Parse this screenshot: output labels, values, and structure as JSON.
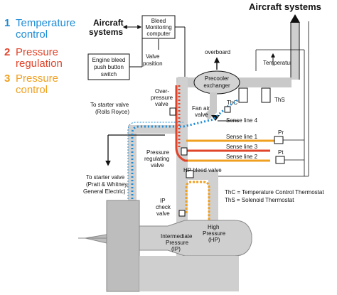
{
  "legend": [
    {
      "num": "1",
      "line1": "Temperature",
      "line2": "control",
      "color": "#1d8bd6"
    },
    {
      "num": "2",
      "line1": "Pressure",
      "line2": "regulation",
      "color": "#e0442b"
    },
    {
      "num": "3",
      "line1": "Pressure",
      "line2": "control",
      "color": "#f0a020"
    }
  ],
  "labels": {
    "aircraft_systems_left_1": "Aircraft",
    "aircraft_systems_left_2": "systems",
    "aircraft_systems_top": "Aircraft systems",
    "bleed_monitor_1": "Bleed",
    "bleed_monitor_2": "Monitoring",
    "bleed_monitor_3": "computer",
    "engine_bleed_1": "Engine bleed",
    "engine_bleed_2": "push button",
    "engine_bleed_3": "switch",
    "valve_position_1": "Valve",
    "valve_position_2": "position",
    "overboard": "overboard",
    "temperature": "Temperature",
    "precooler_1": "Precooler",
    "precooler_2": "exchanger",
    "tc": "ThC",
    "ts": "ThS",
    "overpressure_1": "Over-",
    "overpressure_2": "pressure",
    "overpressure_3": "valve",
    "fan_air_1": "Fan air",
    "fan_air_2": "valve",
    "starter_rr_1": "To starter valve",
    "starter_rr_2": "(Rolls Royce)",
    "sense_line_4": "Sense line 4",
    "sense_line_1": "Sense line 1",
    "sense_line_3": "Sense line 3",
    "sense_line_2": "Sense line 2",
    "pr": "Pr",
    "pt": "Pt",
    "pressure_reg_1": "Pressure",
    "pressure_reg_2": "regulating",
    "pressure_reg_3": "valve",
    "hp_bleed": "HP bleed valve",
    "starter_pw_1": "To starter valve",
    "starter_pw_2": "(Pratt & Whitney,",
    "starter_pw_3": "General Electric)",
    "thc_def": "ThC = Temperature Control Thermostat",
    "ths_def": "ThS = Solenoid Thermostat",
    "ip_check_1": "IP",
    "ip_check_2": "check",
    "ip_check_3": "valve",
    "high_pressure_1": "High",
    "high_pressure_2": "Pressure",
    "high_pressure_3": "(HP)",
    "intermediate_1": "Intermediate",
    "intermediate_2": "Pressure",
    "intermediate_3": "(IP)"
  },
  "colors": {
    "blue": "#1d8bd6",
    "red": "#e0442b",
    "orange": "#f0a020",
    "duct": "#c9c9c9",
    "engine": "#bdbdbd"
  }
}
